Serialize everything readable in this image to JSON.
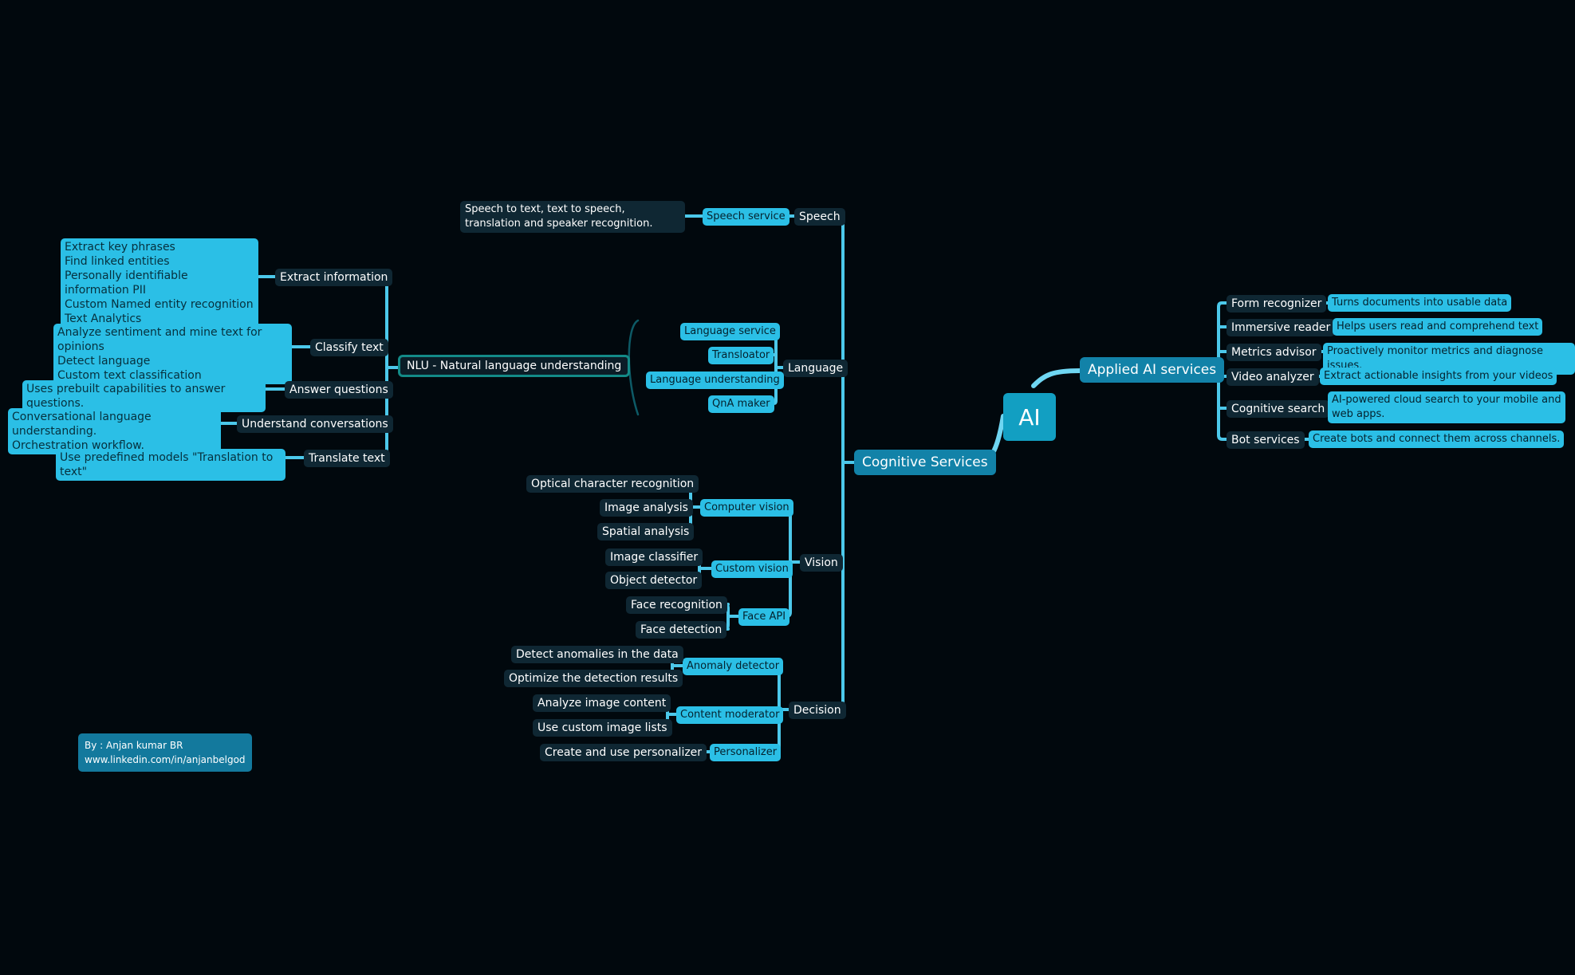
{
  "root": "AI",
  "applied": {
    "title": "Applied AI services",
    "items": [
      {
        "name": "Form recognizer",
        "desc": "Turns documents into usable data"
      },
      {
        "name": "Immersive reader",
        "desc": "Helps users read and comprehend text"
      },
      {
        "name": "Metrics advisor",
        "desc": "Proactively monitor metrics and diagnose issues."
      },
      {
        "name": "Video analyzer",
        "desc": "Extract actionable insights from your videos"
      },
      {
        "name": "Cognitive search",
        "desc": "AI-powered cloud search to your mobile and web apps."
      },
      {
        "name": "Bot services",
        "desc": "Create bots and connect them across channels."
      }
    ]
  },
  "cognitive": {
    "title": "Cognitive Services",
    "speech": {
      "label": "Speech",
      "service": "Speech service",
      "desc": "Speech to text, text to speech, translation and speaker recognition."
    },
    "language": {
      "label": "Language",
      "items": [
        "Language service",
        "Transloator",
        "Language understanding",
        "QnA maker"
      ],
      "nlu": {
        "title": "NLU - Natural language understanding",
        "items": [
          {
            "name": "Extract information",
            "desc": "Extract key phrases\nFind linked entities\nPersonally identifiable information PII\nCustom Named entity recognition\nText Analytics"
          },
          {
            "name": "Classify text",
            "desc": "Analyze sentiment and mine text for opinions\nDetect language\nCustom text classification"
          },
          {
            "name": "Answer questions",
            "desc": "Uses prebuilt capabilities to answer questions."
          },
          {
            "name": "Understand conversations",
            "desc": "Conversational language understanding.\nOrchestration workflow."
          },
          {
            "name": "Translate text",
            "desc": "Use predefined models \"Translation to text\""
          }
        ]
      }
    },
    "vision": {
      "label": "Vision",
      "computer_vision": {
        "label": "Computer vision",
        "items": [
          "Optical character recognition",
          "Image analysis",
          "Spatial analysis"
        ]
      },
      "custom_vision": {
        "label": "Custom vision",
        "items": [
          "Image classifier",
          "Object detector"
        ]
      },
      "face_api": {
        "label": "Face API",
        "items": [
          "Face recognition",
          "Face detection"
        ]
      }
    },
    "decision": {
      "label": "Decision",
      "anomaly": {
        "label": "Anomaly detector",
        "items": [
          "Detect anomalies in the data",
          "Optimize the detection results"
        ]
      },
      "content": {
        "label": "Content moderator",
        "items": [
          "Analyze image content",
          "Use custom image lists"
        ]
      },
      "personalizer": {
        "label": "Personalizer",
        "items": [
          "Create and use personalizer"
        ]
      }
    }
  },
  "credit": "By : Anjan kumar BR\nwww.linkedin.com/in/anjanbelgod",
  "colors": {
    "background": "#01080d",
    "dark_node": "#0f2733",
    "light_node": "#2bbfe6",
    "main_node": "#1282a8",
    "root_node": "#129fc2",
    "connector": "#4cc8ea"
  }
}
